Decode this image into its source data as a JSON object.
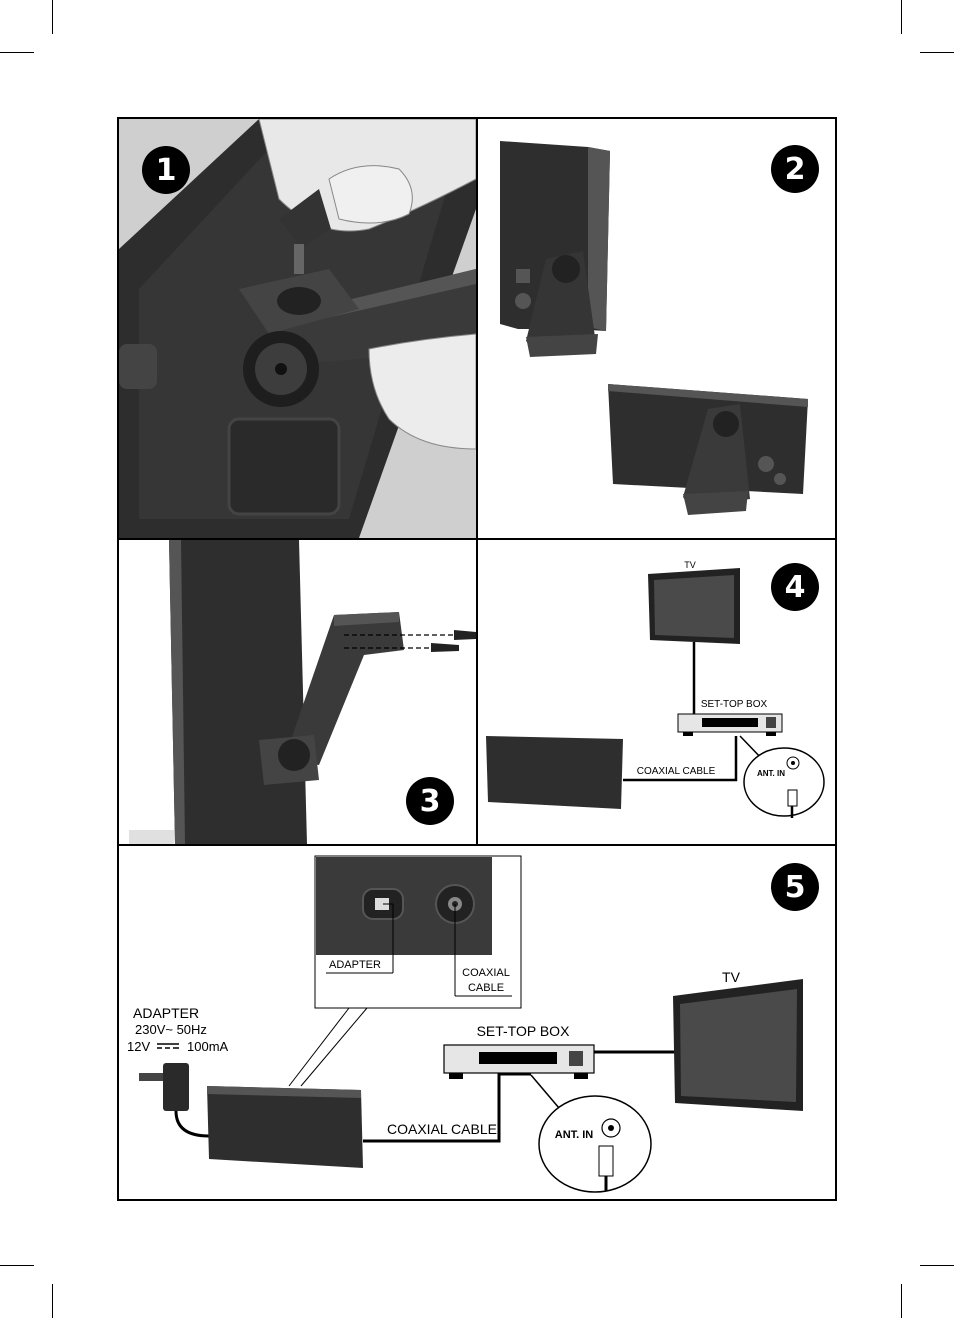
{
  "steps": {
    "s1": "1",
    "s2": "2",
    "s3": "3",
    "s4": "4",
    "s5": "5"
  },
  "panel4": {
    "tv": "TV",
    "settop": "SET-TOP BOX",
    "coax": "COAXIAL CABLE",
    "antin": "ANT. IN"
  },
  "panel5": {
    "inset_adapter": "ADAPTER",
    "inset_coax_line1": "COAXIAL",
    "inset_coax_line2": "CABLE",
    "adapter_line1": "ADAPTER",
    "adapter_line2": "230V~ 50Hz",
    "adapter_line3_a": "12V",
    "adapter_line3_b": "100mA",
    "settop": "SET-TOP BOX",
    "tv": "TV",
    "coax": "COAXIAL CABLE",
    "antin": "ANT. IN"
  },
  "colors": {
    "device": "#2f2f2f",
    "device_light": "#5a5a5a",
    "photo_bg": "#d8d8d8",
    "badge": "#000000"
  }
}
